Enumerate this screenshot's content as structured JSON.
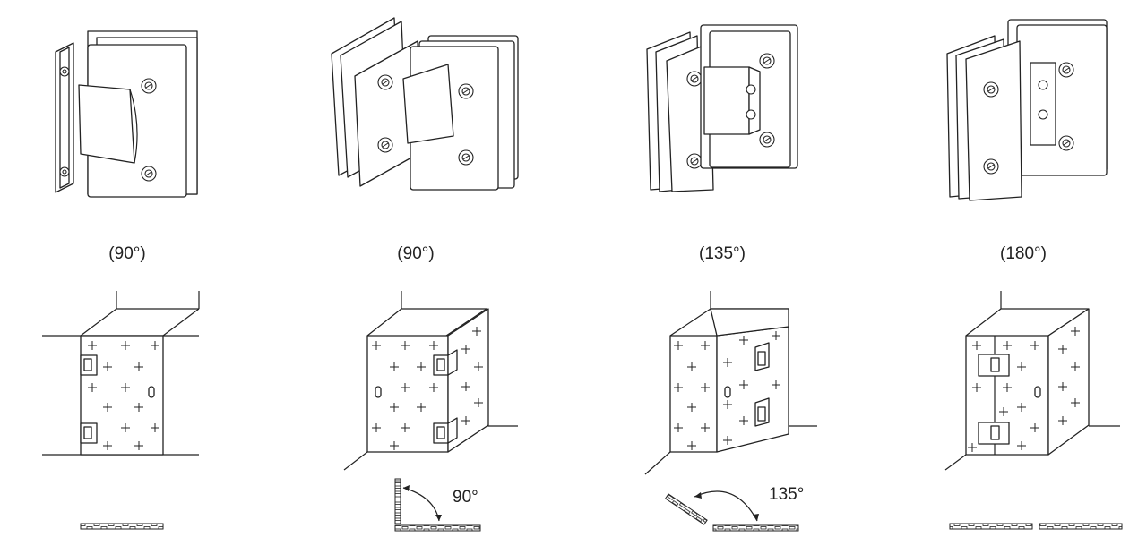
{
  "hinges": [
    {
      "label": "(90°)",
      "icon": "wall-to-glass-hinge-90-icon",
      "plan_angle": ""
    },
    {
      "label": "(90°)",
      "icon": "glass-to-glass-hinge-90-icon",
      "plan_angle": "90°"
    },
    {
      "label": "(135°)",
      "icon": "glass-to-glass-hinge-135-icon",
      "plan_angle": "135°"
    },
    {
      "label": "(180°)",
      "icon": "glass-to-glass-hinge-180-icon",
      "plan_angle": ""
    }
  ],
  "colors": {
    "line": "#222222",
    "background": "#ffffff"
  }
}
